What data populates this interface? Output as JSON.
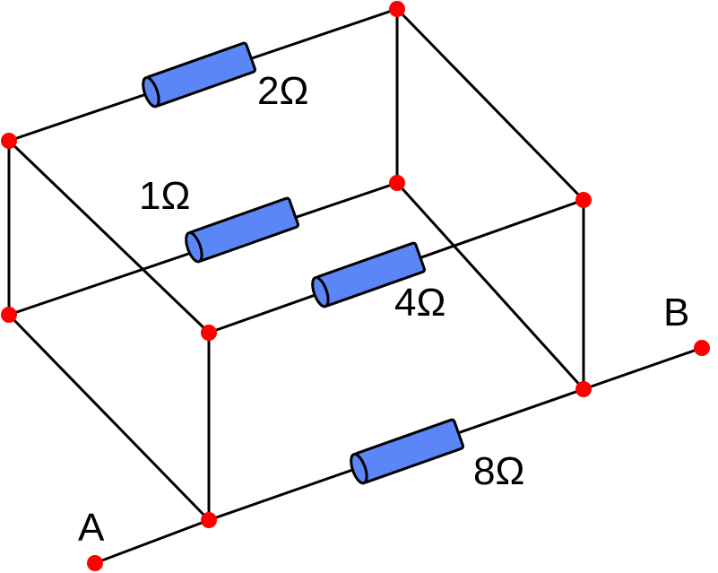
{
  "colors": {
    "wire": "#000000",
    "node": "#ff0000",
    "resistor_fill": "#5b86f8",
    "resistor_edge": "#000000",
    "background": "#ffffff"
  },
  "terminals": {
    "a": "A",
    "b": "B"
  },
  "resistors": {
    "top_back": "2Ω",
    "middle_left": "1Ω",
    "middle_right": "4Ω",
    "bottom": "8Ω"
  }
}
